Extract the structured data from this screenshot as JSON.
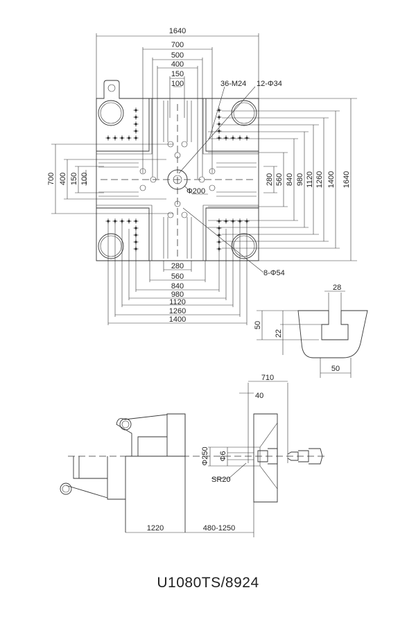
{
  "front_view": {
    "top_dims": [
      "1640",
      "700",
      "500",
      "400",
      "150",
      "100"
    ],
    "left_dims": [
      "700",
      "400",
      "150",
      "100"
    ],
    "right_dims": [
      "280",
      "560",
      "840",
      "980",
      "1120",
      "1260",
      "1400",
      "1640"
    ],
    "bottom_dims": [
      "280",
      "560",
      "840",
      "980",
      "1120",
      "1260",
      "1400"
    ],
    "callouts": {
      "tapped_holes": "36-M24",
      "through_holes": "12-Φ34",
      "center_ring": "Φ200",
      "ejector_holes": "8-Φ54"
    }
  },
  "slot_detail": {
    "top_width": "28",
    "height": "50",
    "depth": "22",
    "bottom_width": "50"
  },
  "side_view": {
    "nozzle_stroke": "710",
    "nozzle_protrusion": "40",
    "locating_ring": "Φ250",
    "nozzle_hole": "Φ6",
    "nozzle_radius": "SR20",
    "clamp_length": "1220",
    "mould_height": "480-1250"
  },
  "model_title": "U1080TS/8924"
}
